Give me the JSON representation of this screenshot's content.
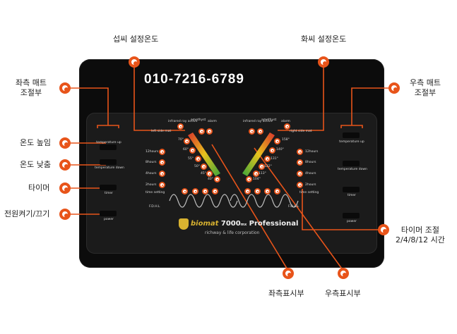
{
  "labels": {
    "left_setting_temp": "섭씨 설정온도",
    "right_setting_temp": "화씨 설정온도",
    "left_mat_control": [
      "좌측 매트",
      "조절부"
    ],
    "right_mat_control": [
      "우측 매트",
      "조절부"
    ],
    "temp_up": "온도 높임",
    "temp_down": "온도 낮춤",
    "timer": "타이머",
    "power": "전원켜기/끄기",
    "timer_setting": [
      "타이머 조절",
      "2/4/8/12 시간"
    ],
    "left_display": "좌측표시부",
    "right_display": "우측표시부"
  },
  "phone": "010-7216-6789",
  "device": {
    "brand": "biomat",
    "model": "7000",
    "model_suffix": "mx",
    "series": "Professional",
    "maker": "richway & life corporation",
    "left_mat_label": "left side mat",
    "right_mat_label": "right side mat",
    "infrared_ray": "infrared ray active",
    "amethyst": "amethyst",
    "alarm": "alarm",
    "time_setting": "time setting",
    "hours": [
      "12hours",
      "8hours",
      "4hours",
      "2hours"
    ],
    "buttons": [
      "temperature up",
      "temperature down",
      "timer",
      "power"
    ],
    "fdhl": "F.D.H.L",
    "left_temps": [
      "70°",
      "60°",
      "55°",
      "50°",
      "45°",
      "40°"
    ],
    "right_temps": [
      "158°",
      "140°",
      "131°",
      "122°",
      "113°",
      "104°"
    ]
  },
  "colors": {
    "accent": "#e8541a",
    "device_body": "#0c0c0c",
    "panel": "#1b1b1b",
    "gold": "#d8b230"
  }
}
